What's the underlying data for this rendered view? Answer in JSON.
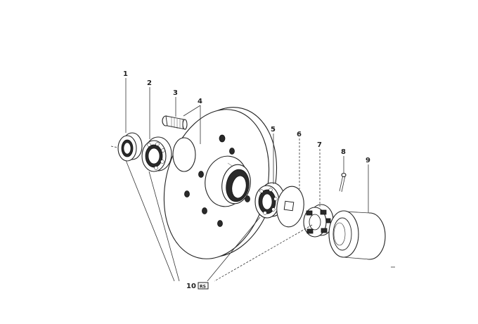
{
  "callouts": [
    {
      "id": "1",
      "label": "1"
    },
    {
      "id": "2",
      "label": "2"
    },
    {
      "id": "3",
      "label": "3"
    },
    {
      "id": "4",
      "label": "4"
    },
    {
      "id": "5",
      "label": "5"
    },
    {
      "id": "6",
      "label": "6"
    },
    {
      "id": "7",
      "label": "7"
    },
    {
      "id": "8",
      "label": "8"
    },
    {
      "id": "9",
      "label": "9"
    },
    {
      "id": "10",
      "label": "10"
    }
  ],
  "set_symbol": "RS",
  "parts": {
    "p1": "outer-seal-ring",
    "p2": "inner-taper-bearing",
    "p3": "wheel-stud",
    "p4": "brake-disc-hub",
    "p5": "outer-taper-bearing",
    "p6": "thrust-washer",
    "p7": "castle-nut",
    "p8": "cotter-pin",
    "p9": "grease-cap"
  },
  "icons": {
    "set-box": "square-box-icon"
  }
}
